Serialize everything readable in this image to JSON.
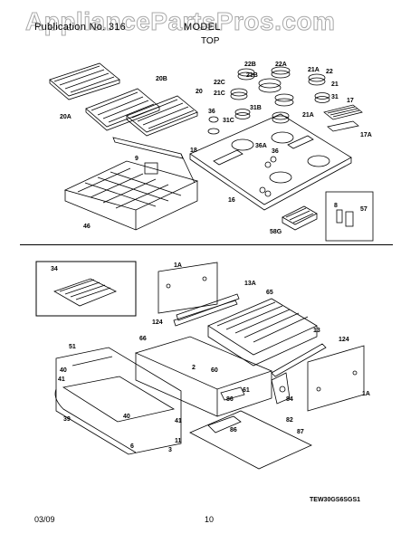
{
  "watermark": "AppliancePartsPros.com",
  "header": {
    "publication": "Publication No. 316",
    "model": "MODEL",
    "section": "TOP"
  },
  "labels": {
    "top": [
      "20B",
      "20",
      "20A",
      "22B",
      "22A",
      "21A",
      "22",
      "22C",
      "21B",
      "21",
      "21C",
      "31",
      "17",
      "36",
      "31B",
      "21A",
      "31C",
      "17A",
      "18",
      "36A",
      "36",
      "9",
      "16",
      "8",
      "57",
      "46",
      "58G"
    ],
    "bottom": [
      "1A",
      "34",
      "13A",
      "65",
      "124",
      "66",
      "51",
      "13",
      "124",
      "2",
      "40",
      "41",
      "60",
      "61",
      "86",
      "39",
      "1A",
      "40",
      "84",
      "41",
      "11",
      "82",
      "87",
      "6",
      "3",
      "86"
    ]
  },
  "drawing_code": "TEW30GS6SGS1",
  "footer": {
    "date": "03/09",
    "page": "10"
  }
}
